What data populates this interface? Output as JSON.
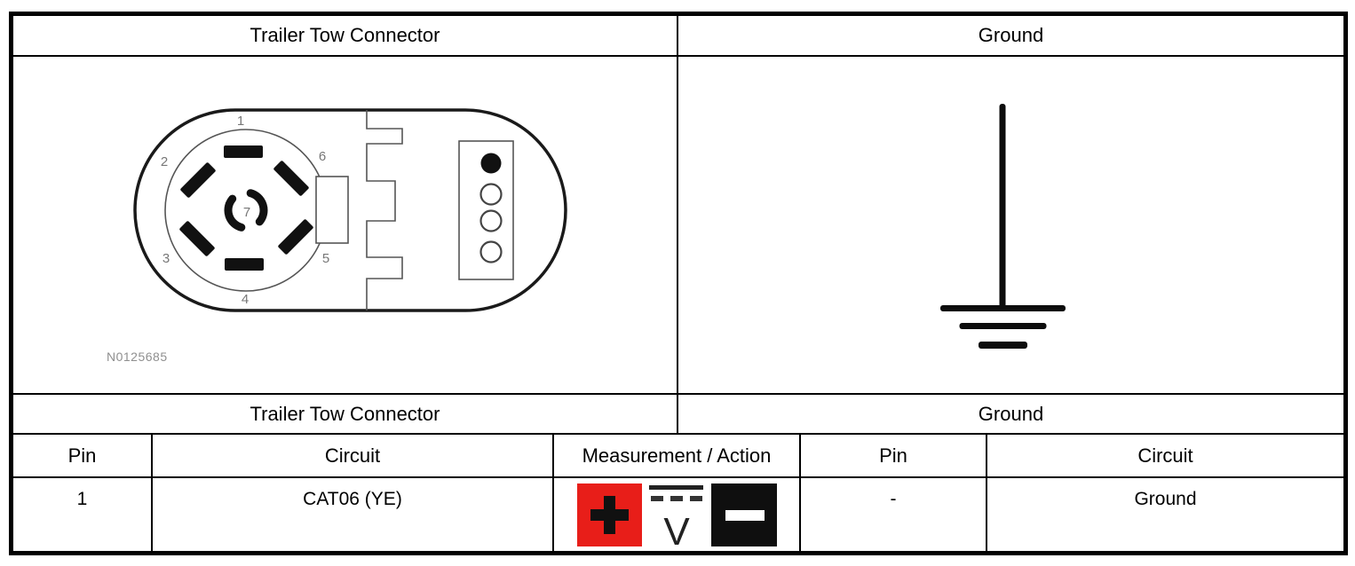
{
  "section_headers_top": {
    "left": "Trailer Tow Connector",
    "right": "Ground"
  },
  "connector_diagram": {
    "figure_id": "N0125685",
    "pin_labels": [
      "1",
      "2",
      "3",
      "4",
      "5",
      "6",
      "7"
    ]
  },
  "section_headers_mid": {
    "left": "Trailer Tow Connector",
    "right": "Ground"
  },
  "column_headers": [
    "Pin",
    "Circuit",
    "Measurement / Action",
    "Pin",
    "Circuit"
  ],
  "rows": [
    {
      "pin": "1",
      "circuit": "CAT06 (YE)",
      "measurement_icons": [
        "positive-probe-icon",
        "dc-voltmeter-icon",
        "negative-probe-icon"
      ],
      "voltmeter_label": "V",
      "ground_pin": "-",
      "ground_circuit": "Ground"
    }
  ],
  "colors": {
    "positive_red": "#e81e19",
    "probe_black": "#0f0f0f",
    "line_black": "#0d0d0d"
  }
}
